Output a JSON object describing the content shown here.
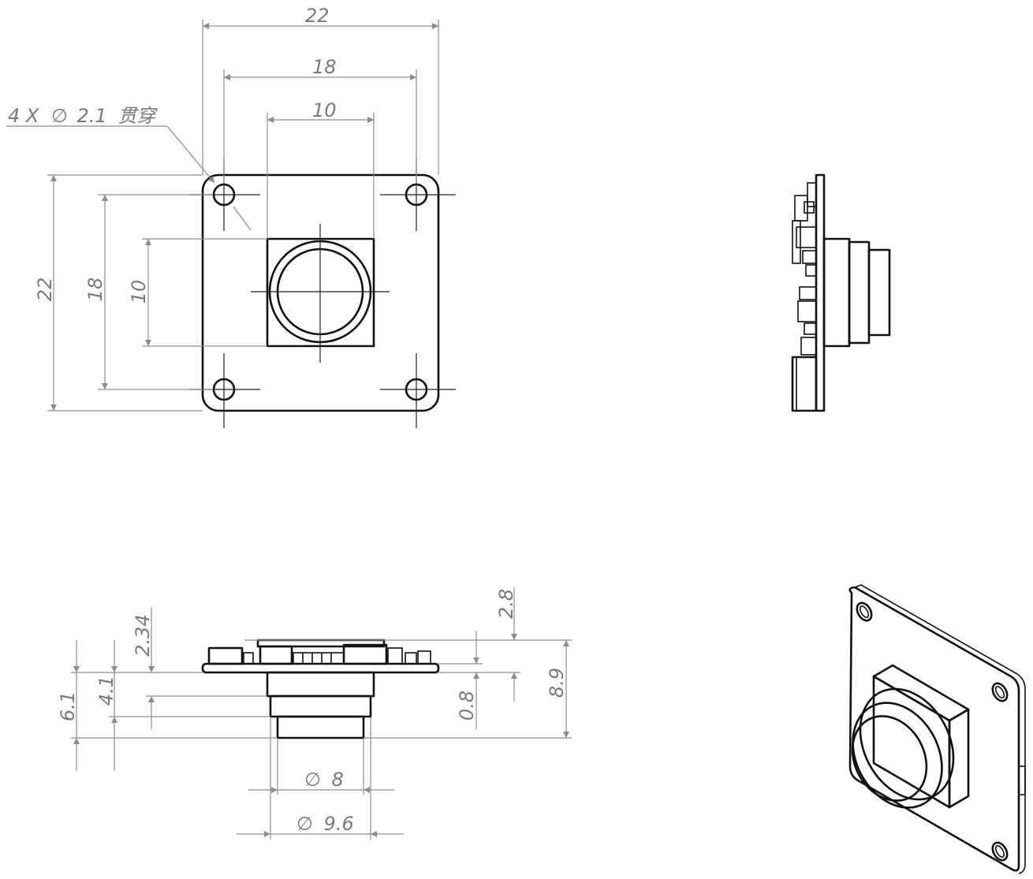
{
  "views": {
    "front": {
      "dimensions": {
        "width_outer": "22",
        "width_holes": "18",
        "width_sensor": "10",
        "height_outer": "22",
        "height_holes": "18",
        "height_sensor": "10"
      },
      "hole_callout": {
        "prefix": "4 X",
        "diameter": "2.1",
        "note": "贯穿"
      }
    },
    "side": {},
    "bottom": {
      "dimensions": {
        "total_left": "6.1",
        "lens_upper": "4.1",
        "top_components": "2.34",
        "right_top": "2.8",
        "board_thickness": "0.8",
        "total_right": "8.9",
        "lens_small_diameter": "8",
        "lens_large_diameter": "9.6"
      }
    },
    "isometric": {}
  },
  "symbols": {
    "diameter": "∅"
  },
  "colors": {
    "part_stroke": "#111111",
    "dimension_stroke": "#8c8c8c",
    "dimension_text": "#7a7a7a"
  }
}
